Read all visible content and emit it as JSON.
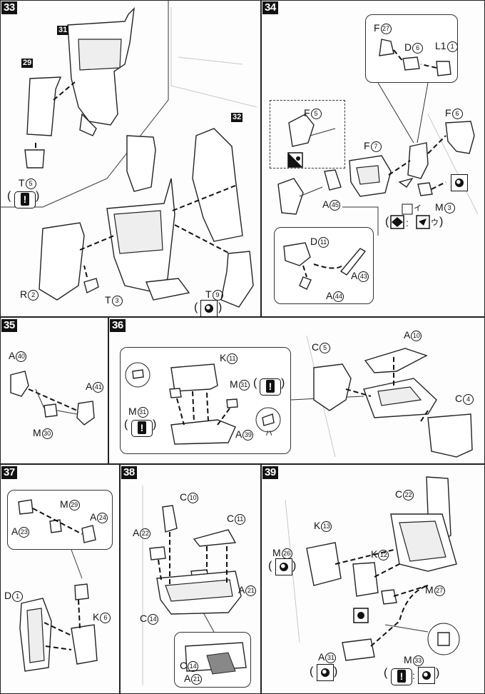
{
  "steps": {
    "s33": {
      "num": "33",
      "sub31": "31",
      "sub29": "29",
      "sub32": "32",
      "labels": {
        "T5": "T",
        "T5n": "5",
        "R2": "R",
        "R2n": "2",
        "T3": "T",
        "T3n": "3",
        "T9": "T",
        "T9n": "9"
      }
    },
    "s34": {
      "num": "34",
      "labels": {
        "F27": "F",
        "F27n": "27",
        "D6": "D",
        "D6n": "6",
        "L1": "L1",
        "L1n": "1",
        "F6": "F",
        "F6n": "6",
        "F5": "F",
        "F5n": "5",
        "F7": "F",
        "F7n": "7",
        "A45": "A",
        "A45n": "45",
        "D11": "D",
        "D11n": "11",
        "A43": "A",
        "A43n": "43",
        "A44": "A",
        "A44n": "44",
        "M3": "M",
        "M3n": "3",
        "i": "イ",
        "u": "ウ"
      }
    },
    "s35": {
      "num": "35",
      "labels": {
        "A40": "A",
        "A40n": "40",
        "A41": "A",
        "A41n": "41",
        "M30": "M",
        "M30n": "30"
      }
    },
    "s36": {
      "num": "36",
      "labels": {
        "K11": "K",
        "K11n": "11",
        "M31a": "M",
        "M31an": "31",
        "M31b": "M",
        "M31bn": "31",
        "A39": "A",
        "A39n": "39",
        "C5": "C",
        "C5n": "5",
        "A10": "A",
        "A10n": "10",
        "C4": "C",
        "C4n": "4",
        "ha": "ハ"
      }
    },
    "s37": {
      "num": "37",
      "labels": {
        "M29": "M",
        "M29n": "29",
        "A24": "A",
        "A24n": "24",
        "A23": "A",
        "A23n": "23",
        "D1": "D",
        "D1n": "1",
        "K6": "K",
        "K6n": "6"
      }
    },
    "s38": {
      "num": "38",
      "labels": {
        "C10": "C",
        "C10n": "10",
        "C11": "C",
        "C11n": "11",
        "A22": "A",
        "A22n": "22",
        "A21": "A",
        "A21n": "21",
        "C14": "C",
        "C14n": "14",
        "C14b": "C",
        "C14bn": "14",
        "A21b": "A",
        "A21bn": "21"
      }
    },
    "s39": {
      "num": "39",
      "labels": {
        "C22": "C",
        "C22n": "22",
        "K13": "K",
        "K13n": "13",
        "K12": "K",
        "K12n": "12",
        "M26": "M",
        "M26n": "26",
        "M27": "M",
        "M27n": "27",
        "A31": "A",
        "A31n": "31",
        "M33": "M",
        "M33n": "33"
      }
    }
  }
}
